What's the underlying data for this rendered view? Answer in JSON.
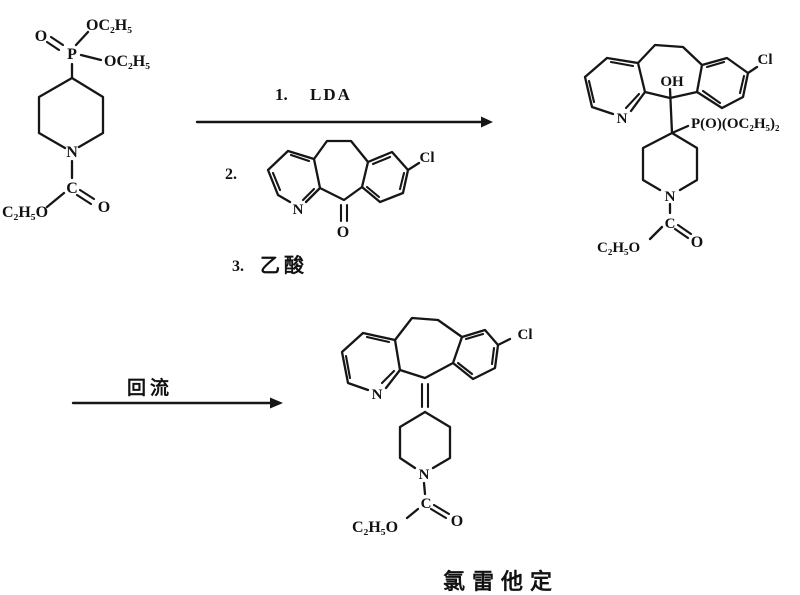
{
  "colors": {
    "ink": "#161616",
    "background": "#ffffff"
  },
  "reactant": {
    "phosphoryl_o": "O",
    "phosphorus": "P",
    "ethoxy_top": "OC₂H₅",
    "ethoxy_mid": "OC₂H₅",
    "piperidine_n": "N",
    "carbamate_c": "C",
    "carbamate_o": "O",
    "carbamate_ethoxy": "C₂H₅O"
  },
  "arrow1": {
    "step1_number": "1.",
    "step1_reagent": "LDA",
    "step2_number": "2.",
    "step3_number": "3.",
    "step3_reagent": "乙酸"
  },
  "ketone": {
    "pyridine_n": "N",
    "carbonyl_o": "O",
    "chloro": "Cl"
  },
  "adduct": {
    "hydroxyl": "OH",
    "pyridine_n": "N",
    "chloro": "Cl",
    "phosphonate": "P(O)(OC₂H₅)₂",
    "piperidine_n": "N",
    "carbamate_c": "C",
    "carbamate_o": "O",
    "carbamate_ethoxy": "C₂H₅O"
  },
  "arrow2": {
    "condition": "回流"
  },
  "product": {
    "pyridine_n": "N",
    "chloro": "Cl",
    "piperidine_n": "N",
    "carbamate_c": "C",
    "carbamate_o": "O",
    "carbamate_ethoxy": "C₂H₅O",
    "name": "氯雷他定"
  }
}
